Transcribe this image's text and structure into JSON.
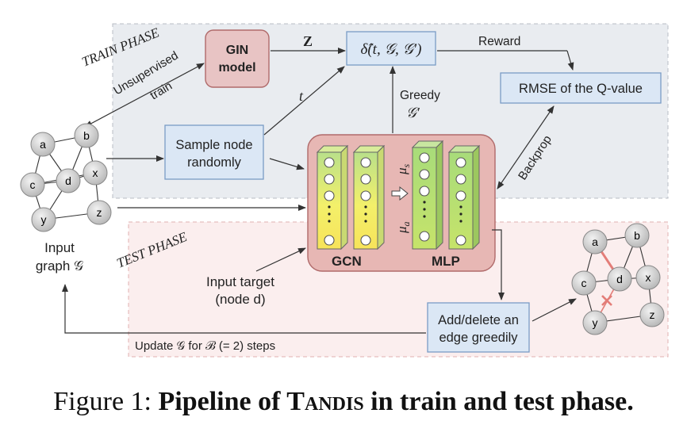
{
  "phases": {
    "train": "TRAIN PHASE",
    "test": "TEST PHASE"
  },
  "boxes": {
    "gin": [
      "GIN",
      "model"
    ],
    "delta": "δ̂(t, 𝒢, 𝒢′)",
    "rmse": "RMSE of the Q-value",
    "sample": [
      "Sample node",
      "randomly"
    ],
    "add_delete": [
      "Add/delete an",
      "edge greedily"
    ]
  },
  "labels": {
    "z": "Z",
    "t": "t",
    "reward": "Reward",
    "unsupervised": "Unsupervised",
    "train": "train",
    "greedy": "Greedy",
    "g_prime": "𝒢′",
    "backprop": "Backprop",
    "gcn": "GCN",
    "mlp": "MLP",
    "mu_s": "μs",
    "mu_a": "μa",
    "input_graph": [
      "Input",
      "graph 𝒢"
    ],
    "input_target": [
      "Input target",
      "(node d)"
    ],
    "update": "Update 𝒢 for ℬ (= 2) steps"
  },
  "graph_nodes": [
    "a",
    "b",
    "c",
    "d",
    "x",
    "y",
    "z"
  ],
  "caption": {
    "prefix": "Figure 1: ",
    "bold1": "Pipeline of T",
    "bold_sc": "andis",
    "bold2": " in train and test phase."
  },
  "colors": {
    "train_bg": "#e9ecf0",
    "test_bg": "#fbeeee",
    "blue_box": "#dbe7f5",
    "blue_border": "#7a9cc6",
    "gin_fill": "#e8c4c4",
    "gin_border": "#b06a6a",
    "pipeline_fill": "#e7b7b4",
    "node_fill": "#d0d0d0",
    "edge_red": "#e37d78"
  }
}
